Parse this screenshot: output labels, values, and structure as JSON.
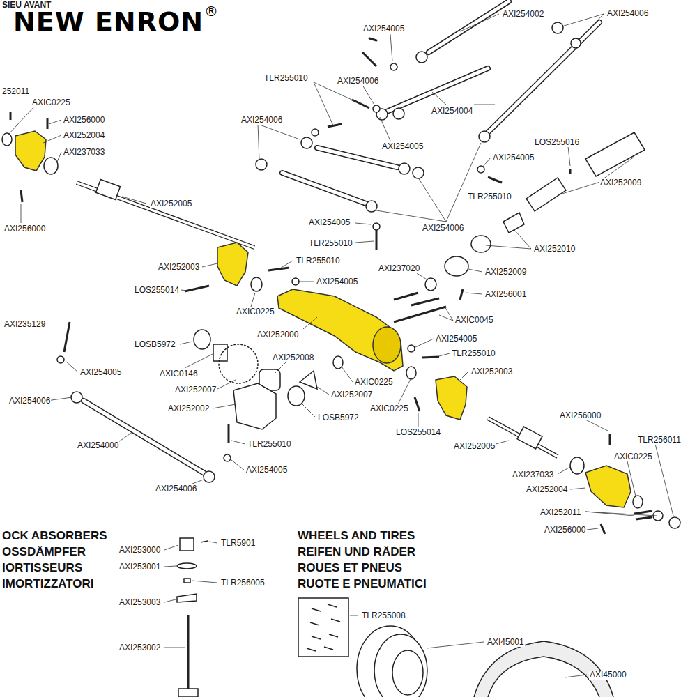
{
  "diagram": {
    "labels": [
      "NEW ENRON",
      "®",
      "SIEU AVANT",
      "AXI254002",
      "AXI254006",
      "AXI254005",
      "252011",
      "AXIC0225",
      "AXI256000",
      "AXI252004",
      "AXI237033",
      "TLR255010",
      "AXI254006",
      "AXI254004",
      "AXI254006",
      "AXI254005",
      "LOS255016",
      "AXI254005",
      "AXI252009",
      "TLR255010",
      "AXI252005",
      "AXI256000",
      "AXI254006",
      "AXI254005",
      "TLR255010",
      "AXI252010",
      "AXI252003",
      "TLR255010",
      "AXI237020",
      "AXI252009",
      "AXI254005",
      "LOS255014",
      "AXI256001",
      "AXIC0225",
      "AXIC0045",
      "AXI235129",
      "AXI252000",
      "AXI254005",
      "LOSB5972",
      "TLR255010",
      "AXI252008",
      "AXI252003",
      "AXI254005",
      "AXIC0146",
      "AXIC0225",
      "AXI252007",
      "AXI252007",
      "AXI254006",
      "AXIC0225",
      "AXI252002",
      "LOSB5972",
      "AXI256000",
      "LOS255014",
      "TLR256011",
      "TLR255010",
      "AXI254000",
      "AXI252005",
      "AXIC0225",
      "AXI254005",
      "AXI237033",
      "AXI252004",
      "AXI254006",
      "AXI252011",
      "AXI256000",
      "OCK ABSORBERS",
      "OSSDÄMPFER",
      "IORTISSEURS",
      "IMORTIZZATORI",
      "AXI253000",
      "TLR5901",
      "AXI253001",
      "TLR256005",
      "AXI253003",
      "AXI253002",
      "WHEELS AND TIRES",
      "REIFEN UND RÄDER",
      "ROUES ET PNEUS",
      "RUOTE E PNEUMATICI",
      "TLR255008",
      "AXI45001",
      "AXI45000"
    ]
  }
}
